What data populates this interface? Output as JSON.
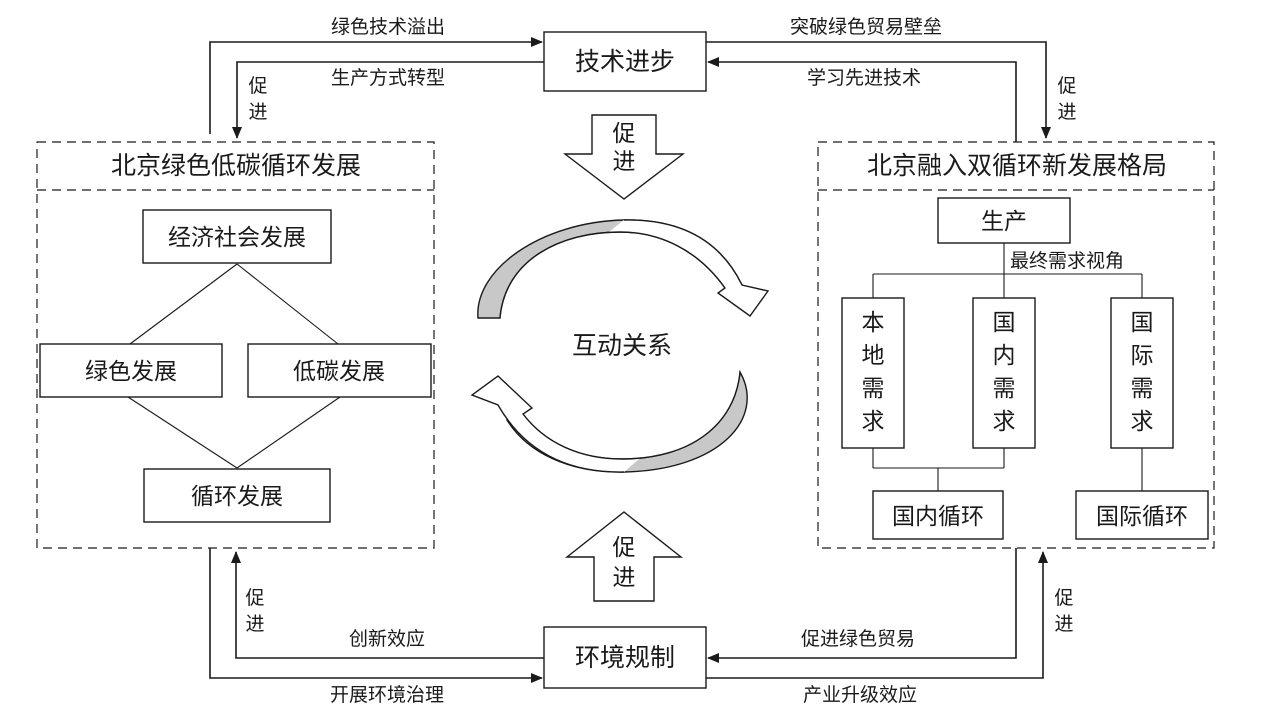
{
  "center": {
    "tech_progress": "技术进步",
    "env_regulation": "环境规制",
    "interaction": "互动关系",
    "promote_top": [
      "促",
      "进"
    ],
    "promote_bottom": [
      "促",
      "进"
    ]
  },
  "left_panel": {
    "title": "北京绿色低碳循环发展",
    "econ": "经济社会发展",
    "green": "绿色发展",
    "lowcarbon": "低碳发展",
    "circular": "循环发展"
  },
  "right_panel": {
    "title": "北京融入双循环新发展格局",
    "production": "生产",
    "final_demand": "最终需求视角",
    "local_demand": [
      "本",
      "地",
      "需",
      "求"
    ],
    "domestic_demand": [
      "国",
      "内",
      "需",
      "求"
    ],
    "intl_demand": [
      "国",
      "际",
      "需",
      "求"
    ],
    "domestic_cycle": "国内循环",
    "intl_cycle": "国际循环"
  },
  "edges": {
    "green_spillover": "绿色技术溢出",
    "production_transform": "生产方式转型",
    "break_barriers": "突破绿色贸易壁垒",
    "learn_tech": "学习先进技术",
    "innovation_effect": "创新效应",
    "env_governance": "开展环境治理",
    "promote_trade": "促进绿色贸易",
    "upgrade_effect": "产业升级效应",
    "promote_tl": [
      "促",
      "进"
    ],
    "promote_tr": [
      "促",
      "进"
    ],
    "promote_bl": [
      "促",
      "进"
    ],
    "promote_br": [
      "促",
      "进"
    ]
  }
}
